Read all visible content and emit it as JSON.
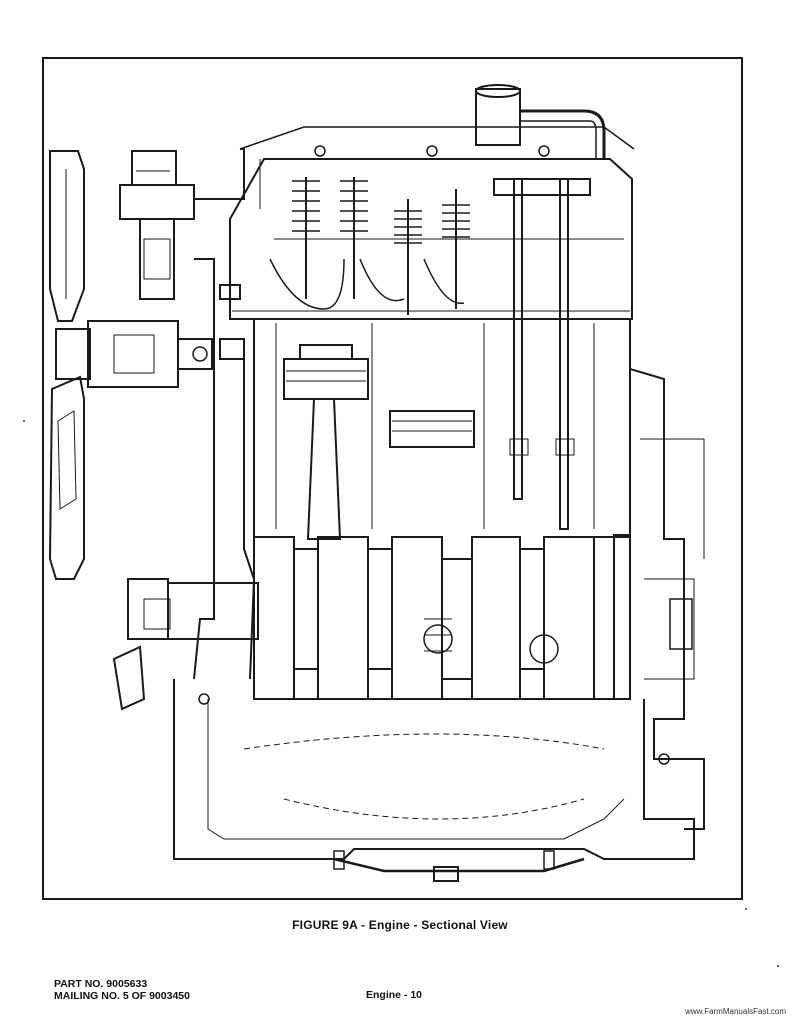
{
  "figure": {
    "caption": "FIGURE 9A - Engine - Sectional View"
  },
  "footer": {
    "part_no": "PART NO. 9005633",
    "mailing_no": "MAILING NO. 5 OF  9003450",
    "page": "Engine - 10",
    "website": "www.FarmManualsFast.com"
  }
}
